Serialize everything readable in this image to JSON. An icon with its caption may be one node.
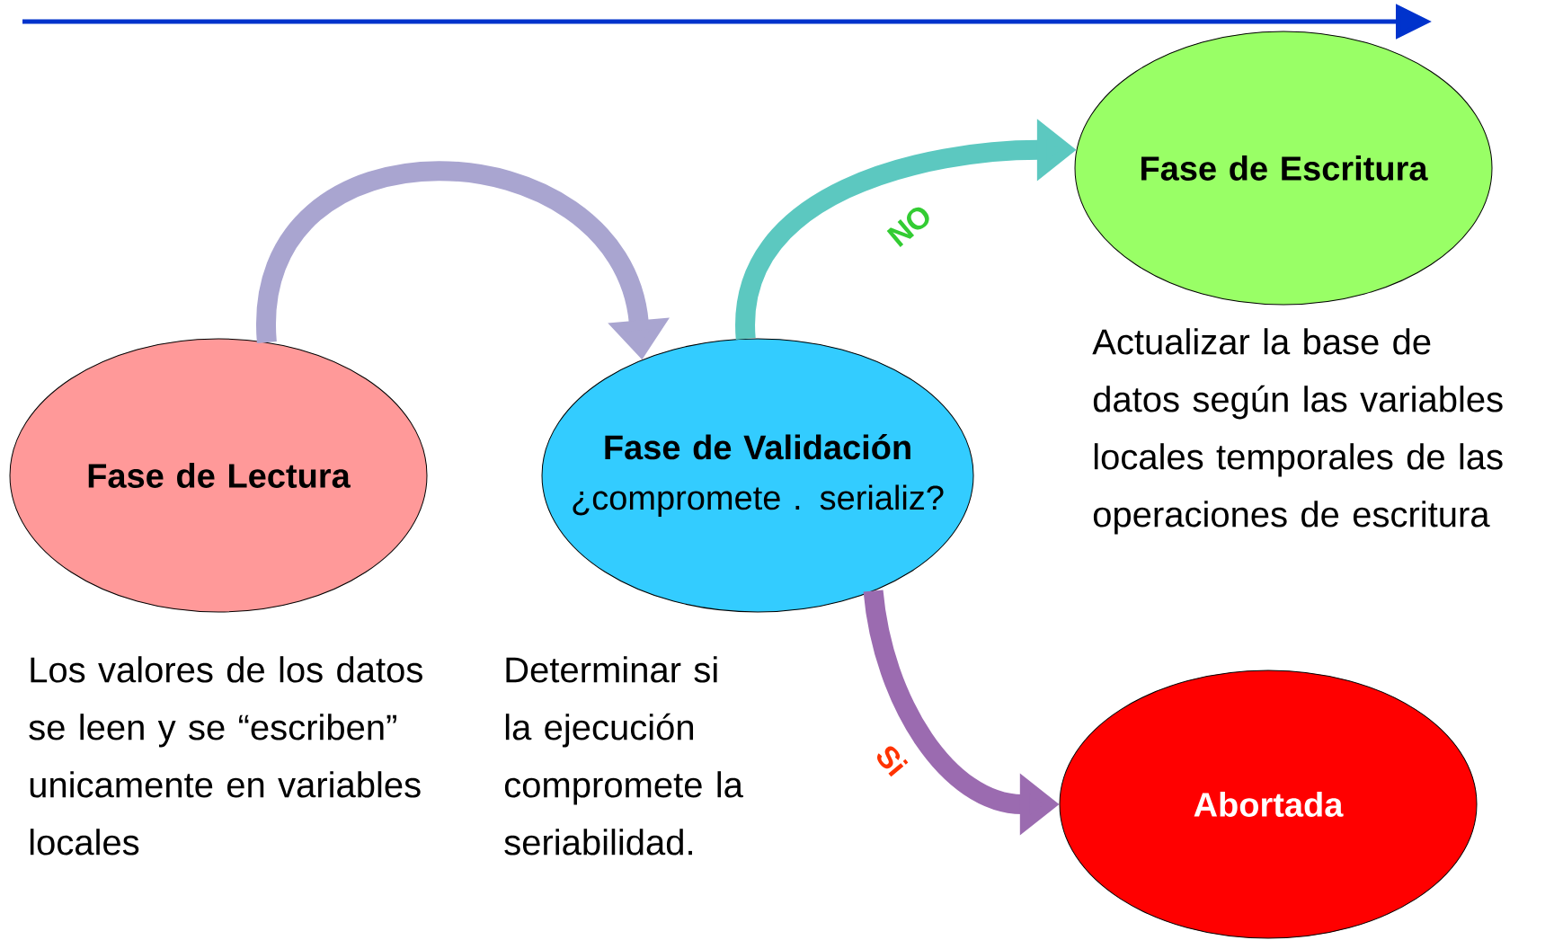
{
  "diagram": {
    "nodes": [
      {
        "text": [
          "Fase de Lectura"
        ],
        "beside": [
          "Los valores de los datos se leen y se “escriben” unicamente en variables locales"
        ]
      },
      {
        "text": [
          "Fase de Validación",
          "¿compromete . serializ?"
        ],
        "beside": [
          "Determinar si la ejecución compromete la seriabilidad."
        ]
      },
      {
        "text": [
          "Fase de Escritura"
        ],
        "beside": [
          "Actualizar la base de datos según las variables locales temporales de las operaciones de escritura"
        ]
      },
      {
        "text": [
          "Abortada"
        ]
      }
    ],
    "edges": [
      {
        "from": 0,
        "to": 1,
        "arrow": "to"
      },
      {
        "from": 1,
        "to": 2,
        "arrow": "to",
        "label": "NO"
      },
      {
        "from": 1,
        "to": 3,
        "arrow": "to",
        "label": "Si"
      }
    ]
  }
}
